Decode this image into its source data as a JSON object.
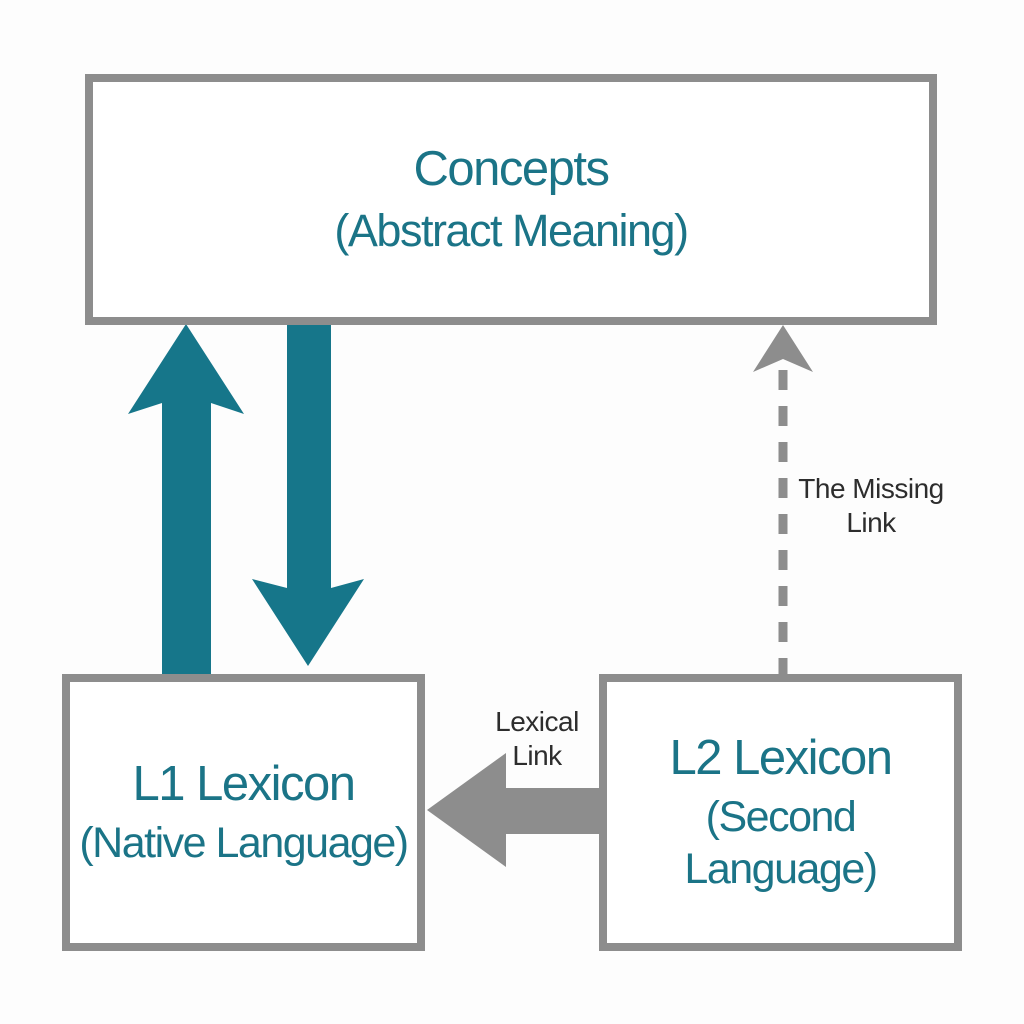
{
  "diagram": {
    "boxes": {
      "concepts": {
        "title": "Concepts",
        "subtitle": "(Abstract Meaning)"
      },
      "l1": {
        "title": "L1 Lexicon",
        "subtitle": "(Native Language)"
      },
      "l2": {
        "title": "L2 Lexicon",
        "subtitle": "(Second Language)"
      }
    },
    "labels": {
      "missing_link": "The Missing Link",
      "lexical_link": "Lexical Link"
    },
    "arrows": [
      {
        "id": "l1-to-concepts",
        "from": "L1 Lexicon",
        "to": "Concepts",
        "style": "solid",
        "color": "#16768a"
      },
      {
        "id": "concepts-to-l1",
        "from": "Concepts",
        "to": "L1 Lexicon",
        "style": "solid",
        "color": "#16768a"
      },
      {
        "id": "l2-to-l1",
        "from": "L2 Lexicon",
        "to": "L1 Lexicon",
        "style": "solid",
        "color": "#8d8d8d",
        "label": "Lexical Link"
      },
      {
        "id": "l2-to-concepts",
        "from": "L2 Lexicon",
        "to": "Concepts",
        "style": "dashed",
        "color": "#8d8d8d",
        "label": "The Missing Link"
      }
    ],
    "colors": {
      "teal": "#16768a",
      "teal_text": "#1b7487",
      "gray": "#8d8d8d",
      "label_text": "#2d2d2d",
      "background": "#fdfdfd",
      "box_fill": "#ffffff"
    }
  }
}
